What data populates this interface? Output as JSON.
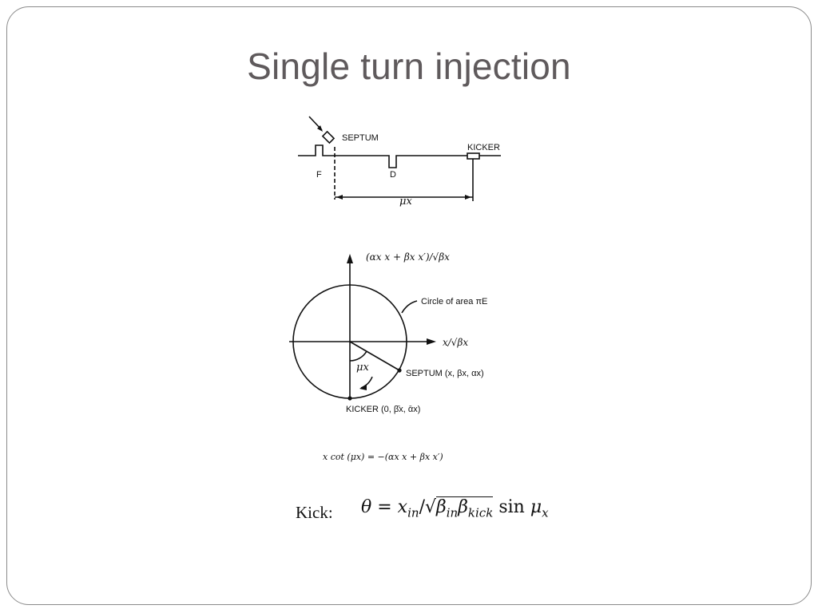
{
  "slide": {
    "title": "Single turn injection"
  },
  "lattice_diagram": {
    "septum_label": "SEPTUM",
    "kicker_label": "KICKER",
    "f_label": "F",
    "d_label": "D",
    "phase_label": "μx"
  },
  "phase_space_diagram": {
    "y_axis_label": "(αx x + βx x′)/√βx",
    "x_axis_label": "x/√βx",
    "circle_label": "Circle of area πE",
    "angle_label": "μx",
    "septum_point_label": "SEPTUM (x, βx, αx)",
    "kicker_point_label": "KICKER (0, β̄x, ᾱx)",
    "condition_formula": "x cot (μx) = −(αx x + βx x′)"
  },
  "kick": {
    "label": "Kick:",
    "theta": "θ",
    "equals": " = ",
    "x": "x",
    "x_sub": "in",
    "slash": "/",
    "sqrt_sign": "√",
    "beta1": "β",
    "beta1_sub": "in",
    "beta2": "β",
    "beta2_sub": "kick",
    "sin": "sin",
    "mu": "μ",
    "mu_sub": "x"
  }
}
